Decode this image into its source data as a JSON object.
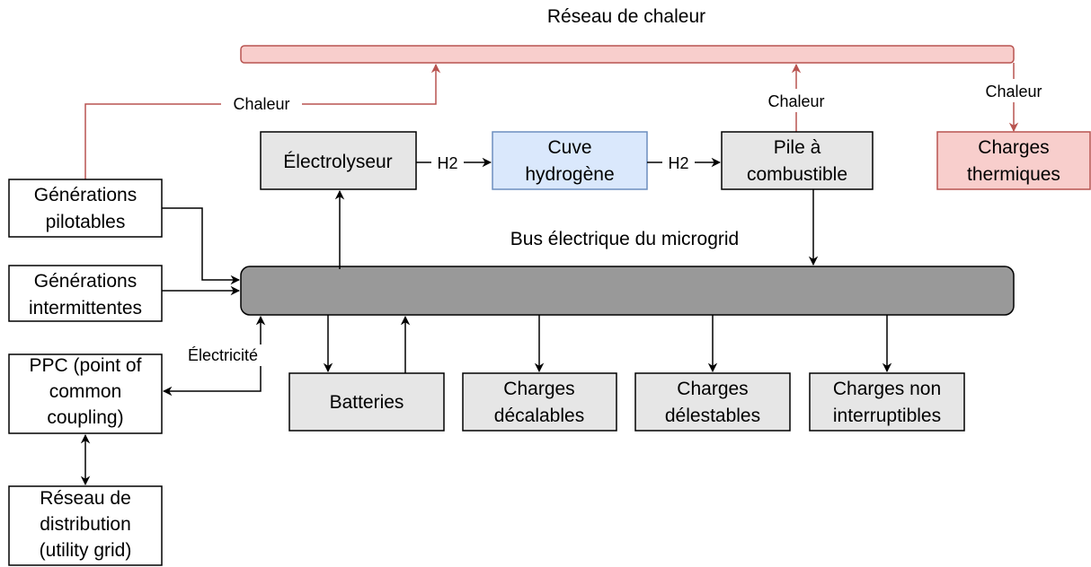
{
  "titles": {
    "heat_network": "Réseau de chaleur",
    "electric_bus": "Bus électrique du microgrid"
  },
  "nodes": {
    "gen_pilot": [
      "Générations",
      "pilotables"
    ],
    "gen_inter": [
      "Générations",
      "intermittentes"
    ],
    "ppc": [
      "PPC (point of",
      "common",
      "coupling)"
    ],
    "utility": [
      "Réseau de",
      "distribution",
      "(utility grid)"
    ],
    "electrolyseur": [
      "Électrolyseur"
    ],
    "cuve": [
      "Cuve",
      "hydrogène"
    ],
    "pile": [
      "Pile à",
      "combustible"
    ],
    "charges_therm": [
      "Charges",
      "thermiques"
    ],
    "batteries": [
      "Batteries"
    ],
    "charges_dec": [
      "Charges",
      "décalables"
    ],
    "charges_del": [
      "Charges",
      "délestables"
    ],
    "charges_non": [
      "Charges non",
      "interruptibles"
    ]
  },
  "edge_labels": {
    "chaleur_left": "Chaleur",
    "chaleur_pile": "Chaleur",
    "chaleur_right": "Chaleur",
    "h2_first": "H2",
    "h2_second": "H2",
    "electricite": "Électricité"
  },
  "colors": {
    "box_fill": "#e6e6e6",
    "bus_fill": "#999999",
    "heat_fill": "#f8cecc",
    "heat_stroke": "#b85450",
    "cuve_fill": "#dae8fc",
    "cuve_stroke": "#6c8ebf",
    "arrow": "#000000"
  }
}
